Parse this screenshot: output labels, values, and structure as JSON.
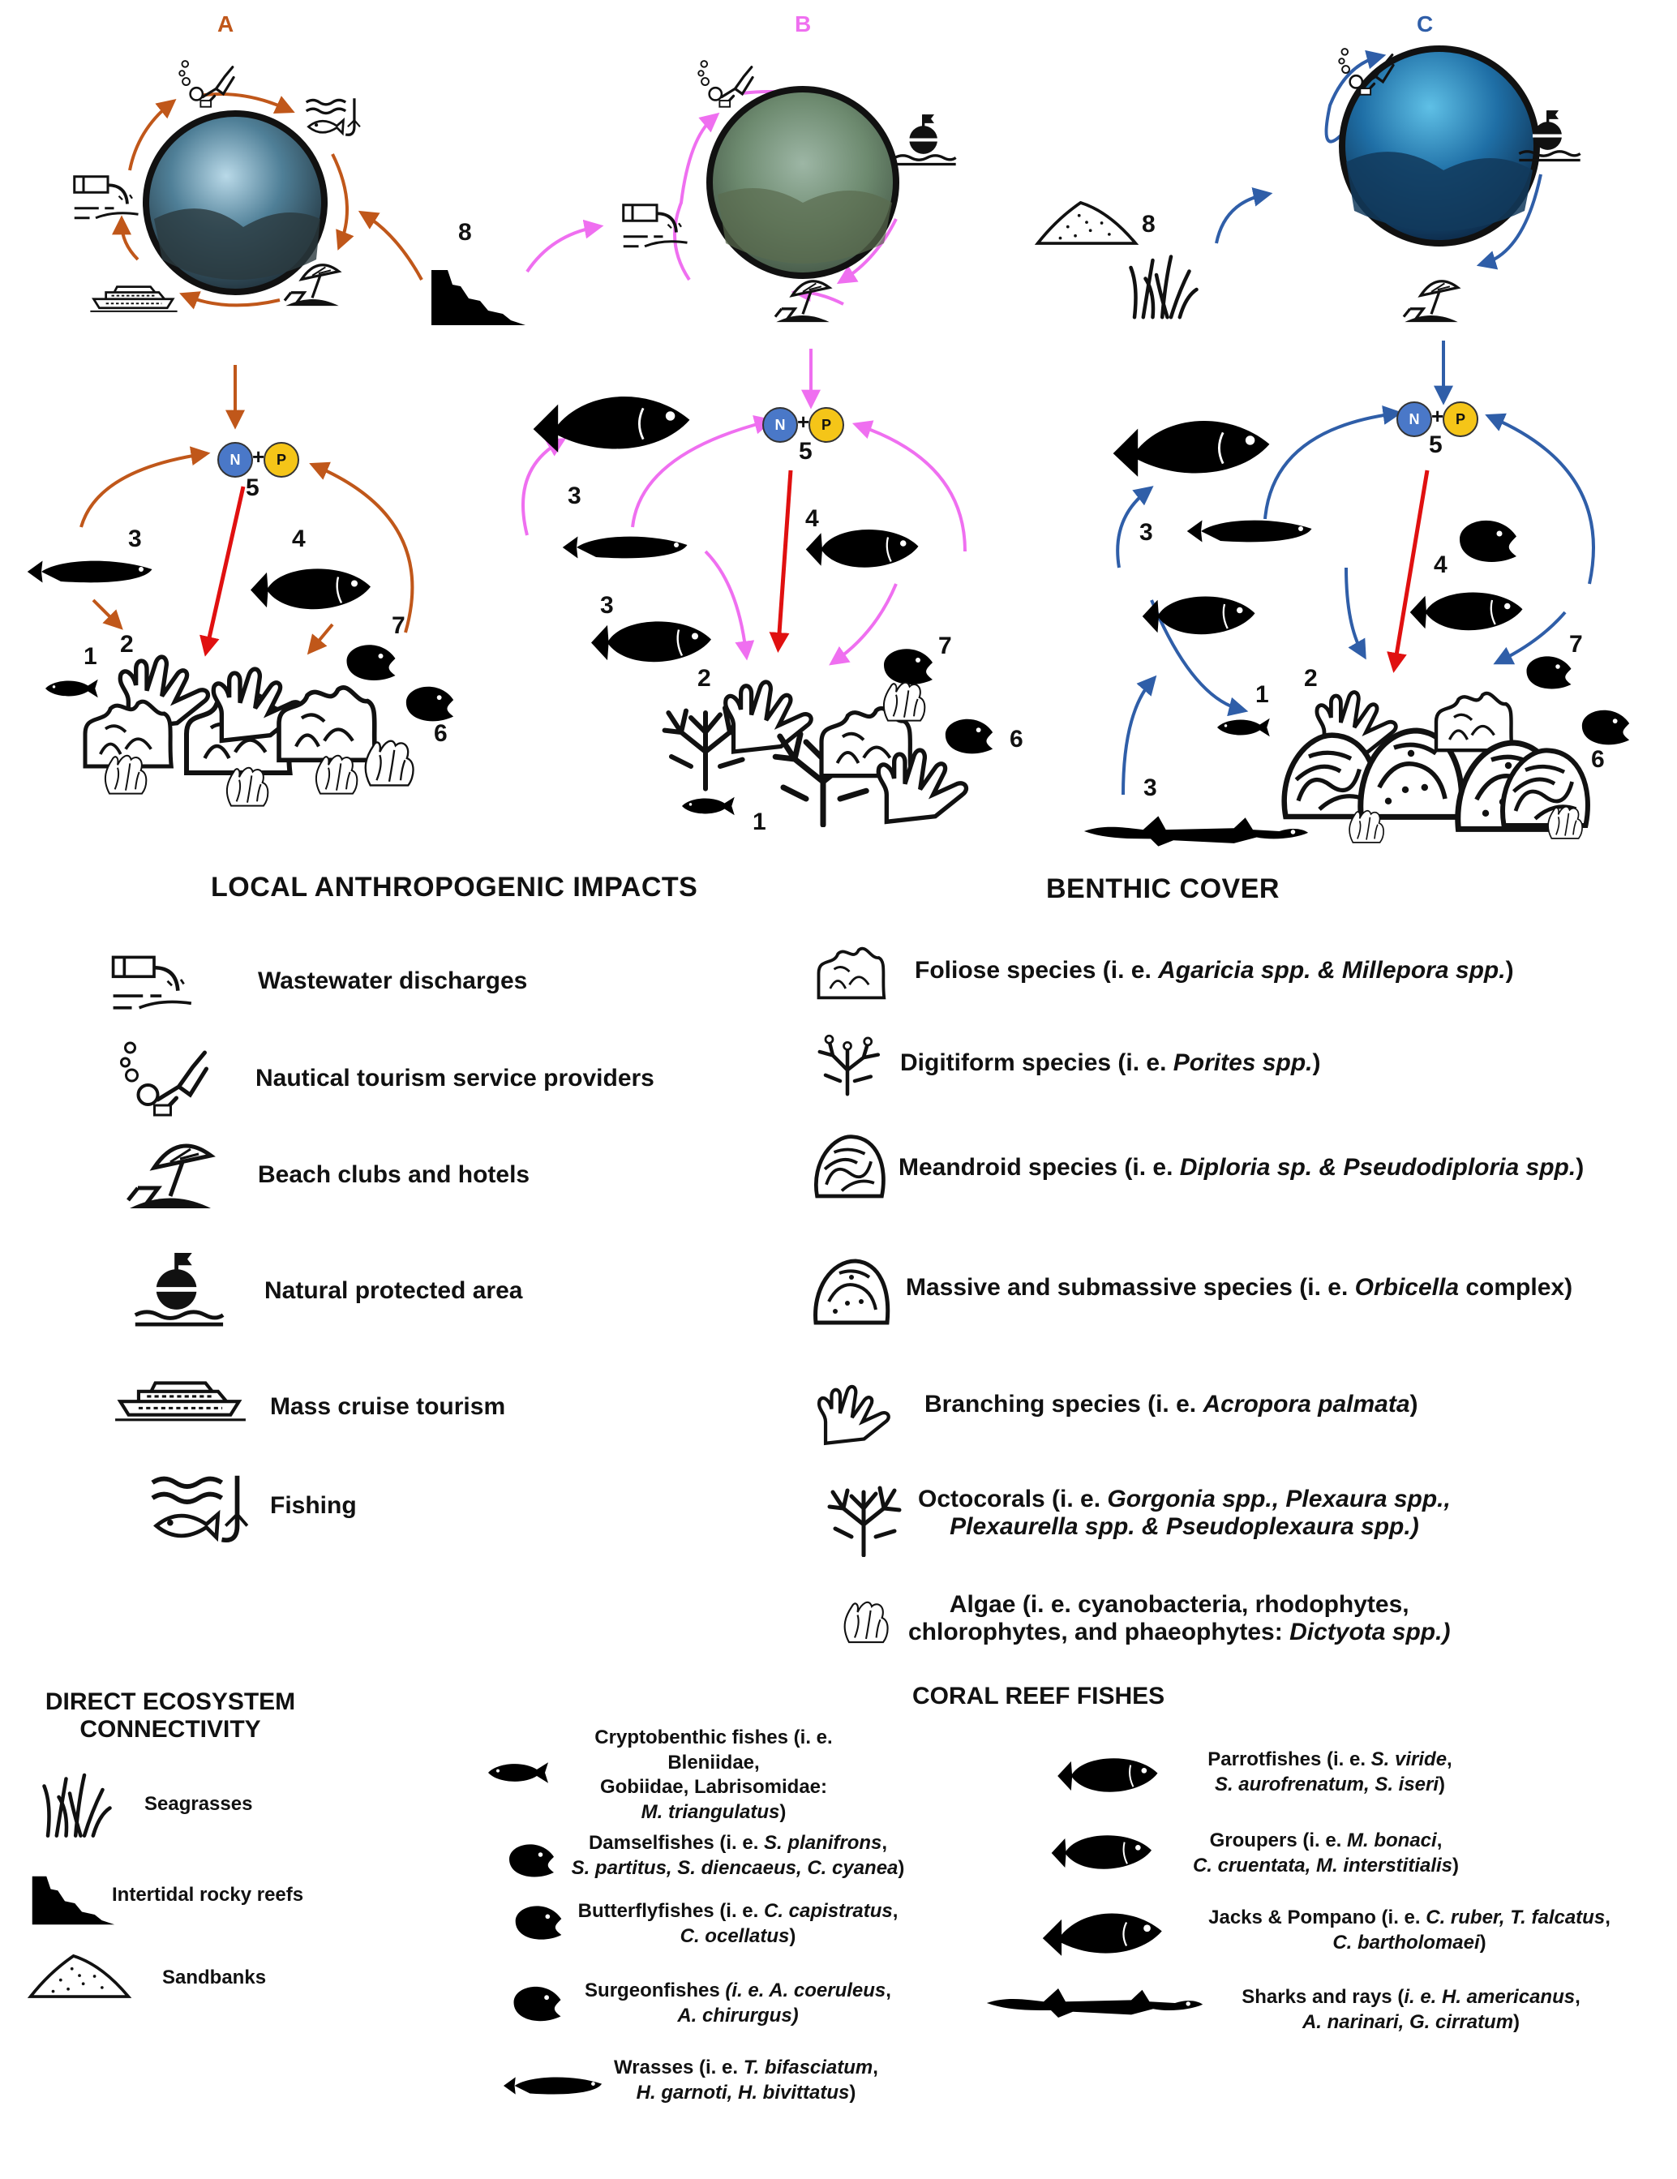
{
  "panels": [
    {
      "letter": "A",
      "color": "#c0571a"
    },
    {
      "letter": "B",
      "color": "#ef6ff0"
    },
    {
      "letter": "C",
      "color": "#2f5ea8"
    }
  ],
  "nutrients": {
    "n": "N",
    "plus": "+",
    "p": "P"
  },
  "numbers": {
    "one": "1",
    "two": "2",
    "three": "3",
    "four": "4",
    "five": "5",
    "six": "6",
    "seven": "7",
    "eight": "8"
  },
  "headings": {
    "impacts": "LOCAL ANTHROPOGENIC IMPACTS",
    "benthic": "BENTHIC COVER",
    "connectivity_line1": "DIRECT ECOSYSTEM",
    "connectivity_line2": "CONNECTIVITY",
    "fishes": "CORAL REEF FISHES"
  },
  "impacts": [
    {
      "label": "Wastewater discharges",
      "icon": "wastewater-pipe-icon"
    },
    {
      "label": "Nautical tourism service providers",
      "icon": "diver-icon"
    },
    {
      "label": "Beach clubs and hotels",
      "icon": "beach-umbrella-icon"
    },
    {
      "label": "Natural protected area",
      "icon": "buoy-icon"
    },
    {
      "label": "Mass cruise tourism",
      "icon": "cruise-ship-icon"
    },
    {
      "label": "Fishing",
      "icon": "fishing-icon"
    }
  ],
  "benthic": [
    {
      "pre": "Foliose species (i. e. ",
      "sci": "Agaricia spp. & Millepora spp.",
      "post": ")"
    },
    {
      "pre": "Digitiform species (i. e. ",
      "sci": "Porites spp.",
      "post": ")"
    },
    {
      "pre": "Meandroid species (i. e. ",
      "sci": "Diploria sp. & Pseudodiploria spp.",
      "post": ")"
    },
    {
      "pre": "Massive and submassive species (i. e. ",
      "sci": "Orbicella",
      "post": " complex)"
    },
    {
      "pre": "Branching species (i. e. ",
      "sci": "Acropora palmata",
      "post": ")"
    },
    {
      "pre": "Octocorals (i. e. ",
      "sci": "Gorgonia spp., Plexaura spp.,",
      "sci2": "Plexaurella spp. & Pseudoplexaura spp.)"
    },
    {
      "line1": "Algae (i. e. cyanobacteria, rhodophytes,",
      "pre": "chlorophytes, and phaeophytes: ",
      "sci": "Dictyota spp.)"
    }
  ],
  "connectivity": [
    "Seagrasses",
    "Intertidal rocky reefs",
    "Sandbanks"
  ],
  "fishes_left": [
    {
      "l1": "Cryptobenthic fishes (i. e. Bleniidae,",
      "l2": "Gobiidae, Labrisomidae:",
      "sci3": "M. triangulatus",
      "post3": ")"
    },
    {
      "l1a": "Damselfishes (i. e. ",
      "sci1": "S. planifrons",
      "post1": ",",
      "sci2": "S. partitus, S. diencaeus, C. cyanea",
      "post2": ")"
    },
    {
      "l1a": "Butterflyfishes (i. e. ",
      "sci1": "C. capistratus",
      "post1": ",",
      "sci2": "C. ocellatus",
      "post2": ")"
    },
    {
      "l1a": "Surgeonfishes ",
      "sci1": "(i. e. A. coeruleus",
      "post1": ",",
      "sci2": "A. chirurgus)",
      "post2": ""
    },
    {
      "l1a": "Wrasses (i. e. ",
      "sci1": "T. bifasciatum",
      "post1": ",",
      "sci2": "H. garnoti, H. bivittatus",
      "post2": ")"
    }
  ],
  "fishes_right": [
    {
      "l1a": "Parrotfishes (i. e. ",
      "sci1": "S. viride",
      "post1": ",",
      "sci2": "S. aurofrenatum, S. iseri",
      "post2": ")"
    },
    {
      "l1a": "Groupers (i. e. ",
      "sci1": "M. bonaci",
      "post1": ",",
      "sci2": "C. cruentata, M. interstitialis",
      "post2": ")"
    },
    {
      "l1a": "Jacks & Pompano  (i. e. ",
      "sci1": "C. ruber, T. falcatus",
      "post1": ",",
      "sci2": "C. bartholomaei",
      "post2": ")"
    },
    {
      "l1a": "Sharks and rays (",
      "sci1": "i. e. H. americanus",
      "post1": ",",
      "sci2": "A. narinari, G. cirratum",
      "post2": ")"
    }
  ]
}
